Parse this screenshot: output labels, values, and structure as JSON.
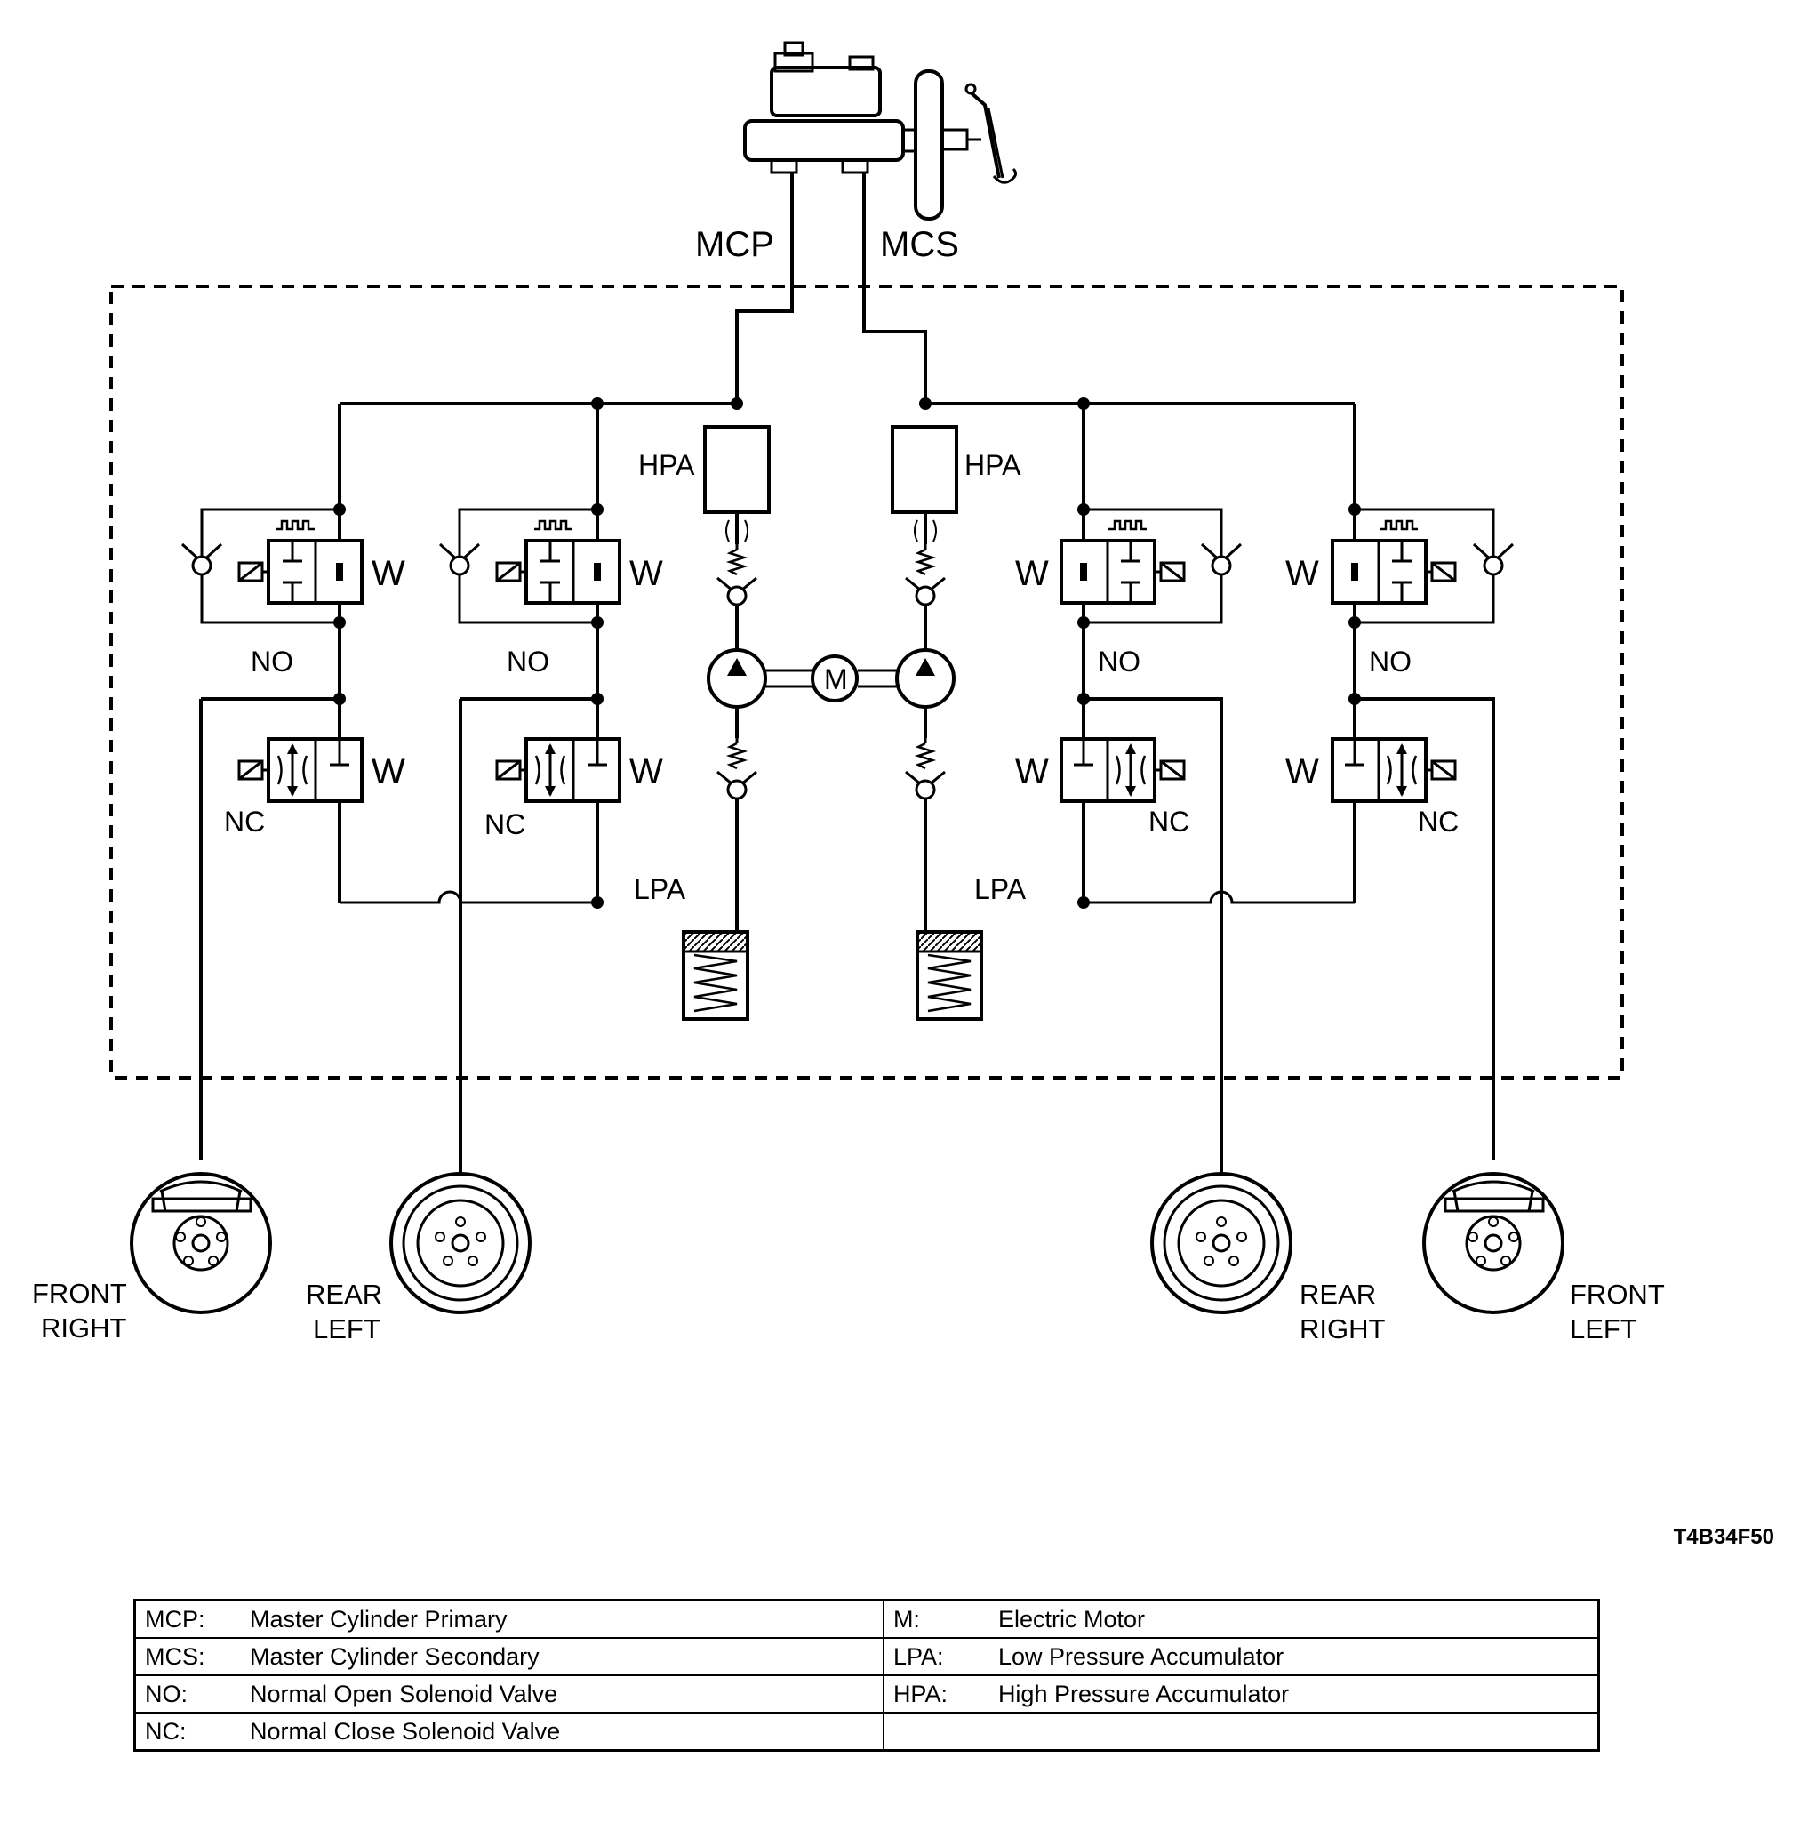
{
  "labels": {
    "mcp": "MCP",
    "mcs": "MCS",
    "hpa": "HPA",
    "lpa": "LPA",
    "motor": "M",
    "no": "NO",
    "nc": "NC",
    "w": "W"
  },
  "wheels": {
    "front_right": [
      "FRONT",
      "RIGHT"
    ],
    "rear_left": [
      "REAR",
      "LEFT"
    ],
    "rear_right": [
      "REAR",
      "RIGHT"
    ],
    "front_left": [
      "FRONT",
      "LEFT"
    ]
  },
  "figure_code": "T4B34F50",
  "legend": [
    [
      {
        "abbr": "MCP:",
        "text": "Master Cylinder Primary"
      },
      {
        "abbr": "M:",
        "text": "Electric Motor"
      }
    ],
    [
      {
        "abbr": "MCS:",
        "text": "Master Cylinder Secondary"
      },
      {
        "abbr": "LPA:",
        "text": "Low Pressure Accumulator"
      }
    ],
    [
      {
        "abbr": "NO:",
        "text": "Normal Open Solenoid Valve"
      },
      {
        "abbr": "HPA:",
        "text": "High Pressure Accumulator"
      }
    ],
    [
      {
        "abbr": "NC:",
        "text": "Normal Close Solenoid Valve"
      },
      {
        "abbr": "",
        "text": ""
      }
    ]
  ]
}
